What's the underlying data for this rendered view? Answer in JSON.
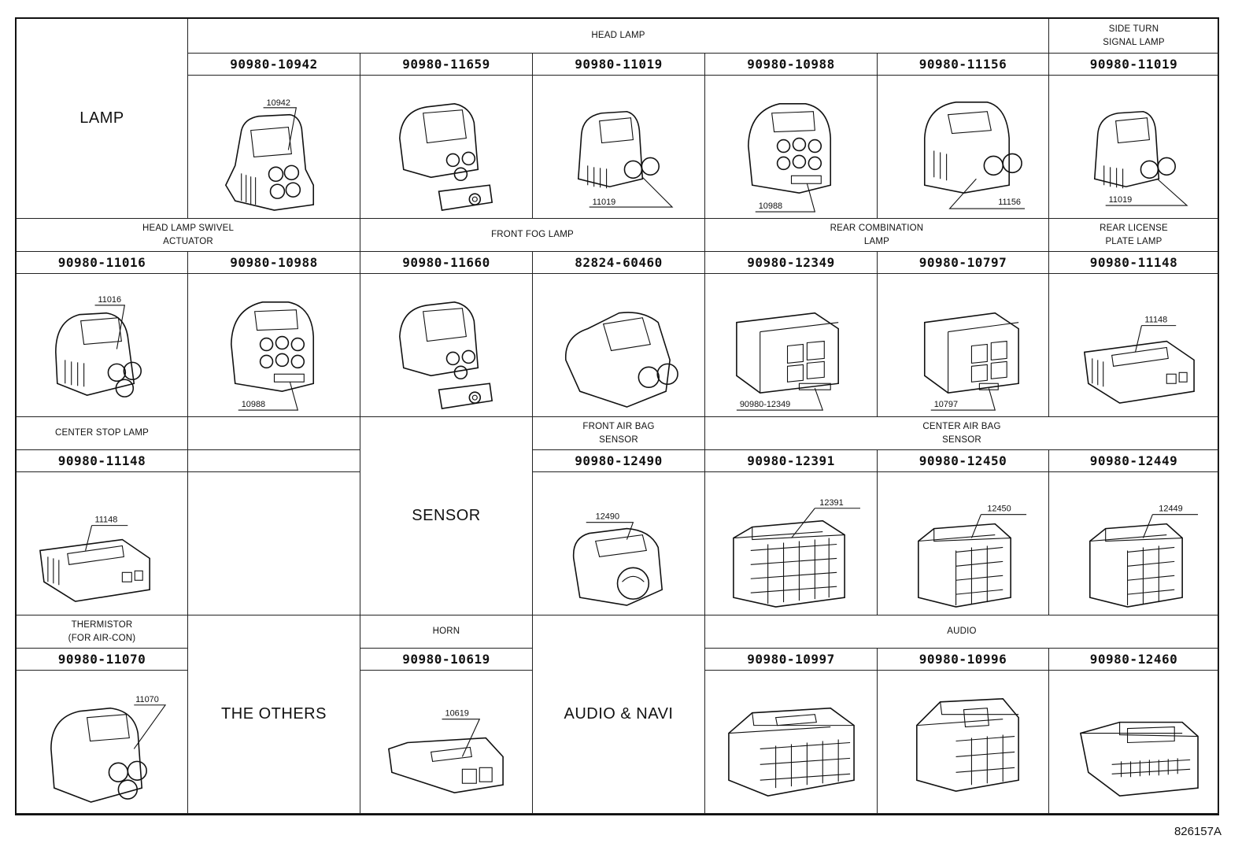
{
  "groups": {
    "lamp": "LAMP",
    "sensor": "SENSOR",
    "others": "THE OTHERS",
    "audio_navi": "AUDIO & NAVI"
  },
  "categories": {
    "head_lamp": "HEAD LAMP",
    "side_turn": "SIDE TURN\nSIGNAL LAMP",
    "swivel": "HEAD LAMP SWIVEL\nACTUATOR",
    "front_fog": "FRONT FOG LAMP",
    "rear_combination": "REAR COMBINATION\nLAMP",
    "rear_license": "REAR LICENSE\nPLATE LAMP",
    "center_stop": "CENTER STOP LAMP",
    "front_airbag": "FRONT AIR BAG\nSENSOR",
    "center_airbag": "CENTER AIR BAG\nSENSOR",
    "thermistor": "THERMISTOR\n(FOR AIR-CON)",
    "horn": "HORN",
    "audio": "AUDIO"
  },
  "parts": [
    {
      "number": "90980-10942",
      "label": "10942"
    },
    {
      "number": "90980-11659",
      "label": ""
    },
    {
      "number": "90980-11019",
      "label": "11019"
    },
    {
      "number": "90980-10988",
      "label": "10988"
    },
    {
      "number": "90980-11156",
      "label": "11156"
    },
    {
      "number": "90980-11019",
      "label": "11019"
    },
    {
      "number": "90980-11016",
      "label": "11016"
    },
    {
      "number": "90980-10988",
      "label": "10988"
    },
    {
      "number": "90980-11660",
      "label": ""
    },
    {
      "number": "82824-60460",
      "label": ""
    },
    {
      "number": "90980-12349",
      "label": "90980-12349"
    },
    {
      "number": "90980-10797",
      "label": "10797"
    },
    {
      "number": "90980-11148",
      "label": "11148"
    },
    {
      "number": "90980-11148",
      "label": "11148"
    },
    {
      "number": "90980-12490",
      "label": "12490"
    },
    {
      "number": "90980-12391",
      "label": "12391"
    },
    {
      "number": "90980-12450",
      "label": "12450"
    },
    {
      "number": "90980-12449",
      "label": "12449"
    },
    {
      "number": "90980-11070",
      "label": "11070"
    },
    {
      "number": "90980-10619",
      "label": "10619"
    },
    {
      "number": "90980-10997",
      "label": ""
    },
    {
      "number": "90980-10996",
      "label": ""
    },
    {
      "number": "90980-12460",
      "label": ""
    }
  ],
  "sheet_id": "826157A"
}
